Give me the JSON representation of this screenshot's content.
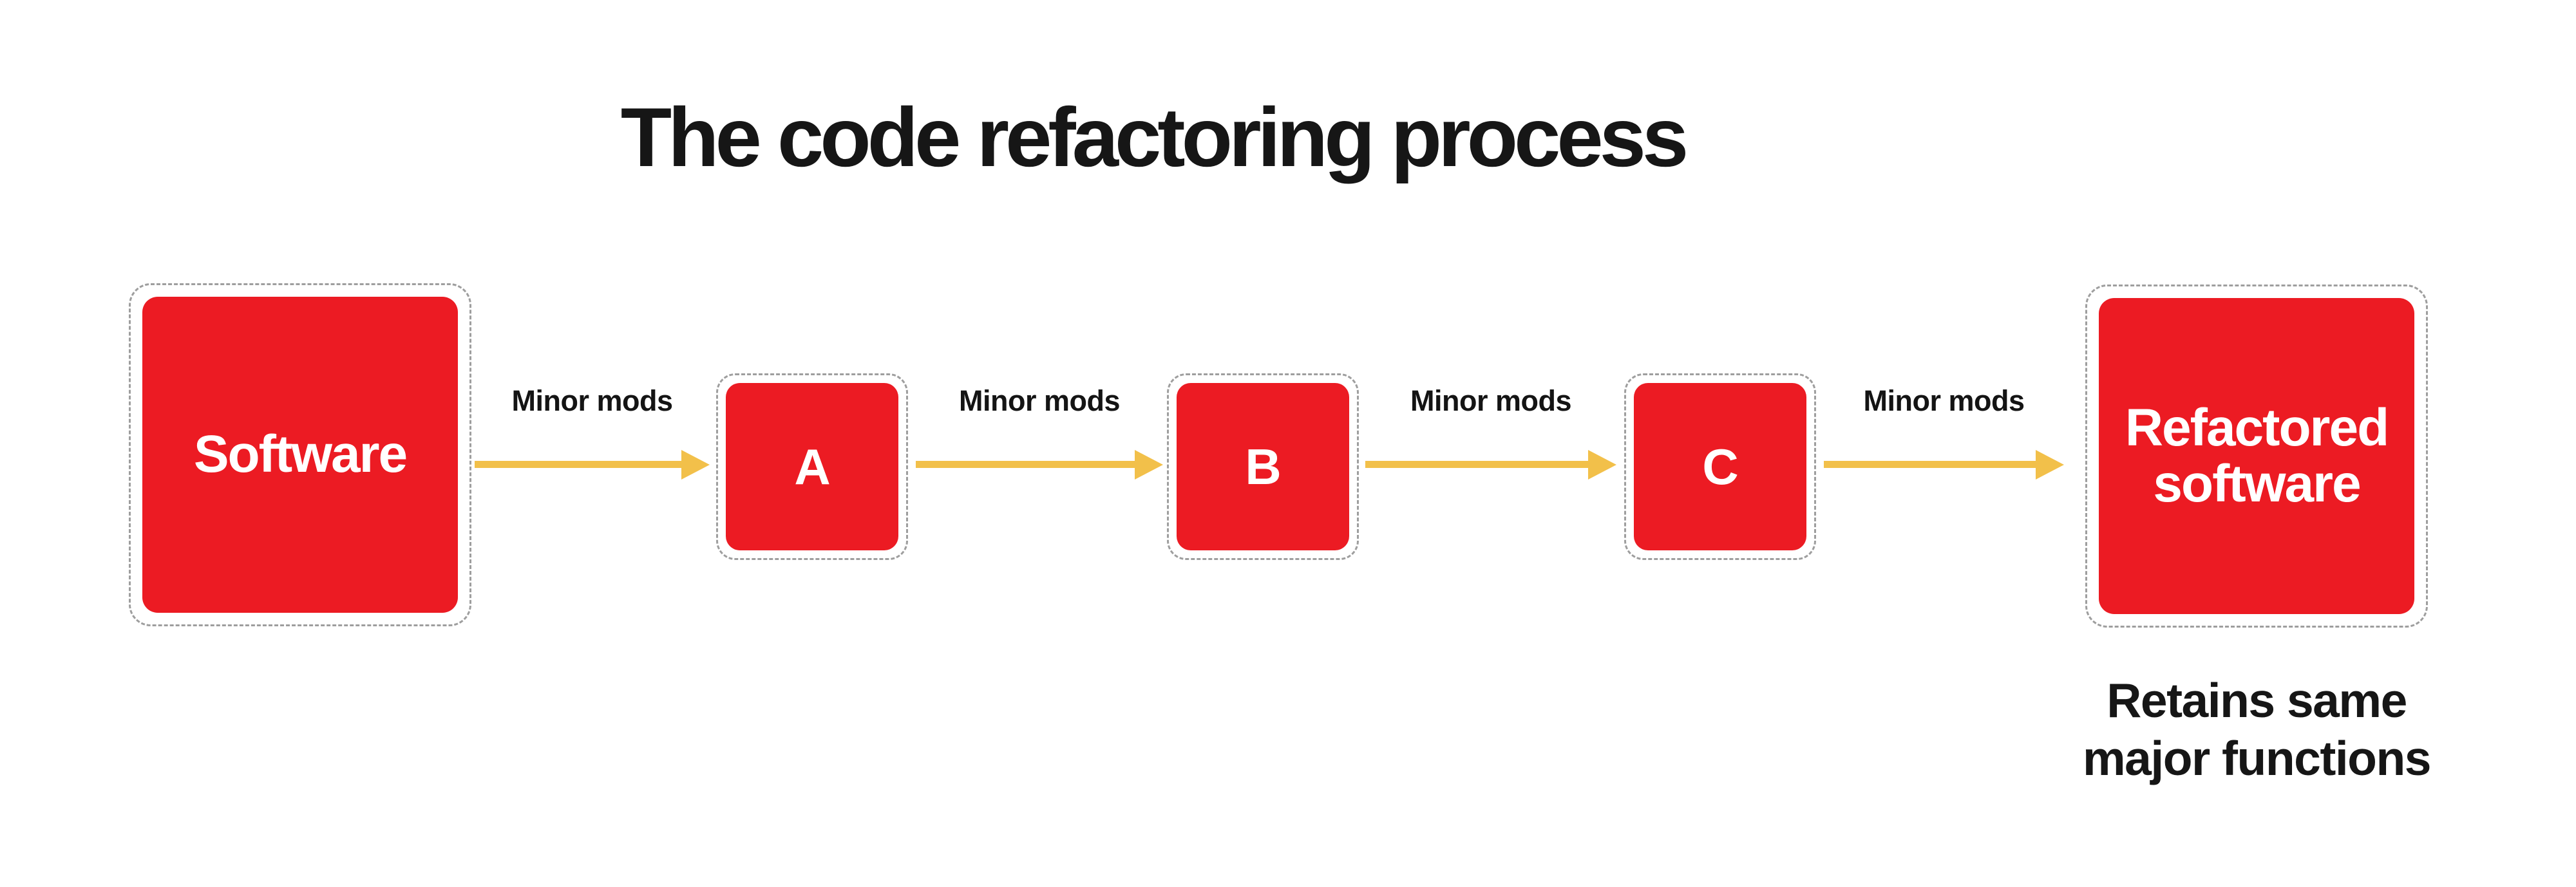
{
  "title": "The code refactoring process",
  "colors": {
    "box_red": "#EC1B23",
    "arrow_yellow": "#F2C04A",
    "dash_gray": "#9E9E9E",
    "text_dark": "#161616",
    "box_label_white": "#FFFFFF"
  },
  "nodes": {
    "software": {
      "label": "Software"
    },
    "step_a": {
      "label": "A"
    },
    "step_b": {
      "label": "B"
    },
    "step_c": {
      "label": "C"
    },
    "refactored": {
      "label_line1": "Refactored",
      "label_line2": "software"
    }
  },
  "connectors": [
    {
      "label": "Minor mods"
    },
    {
      "label": "Minor mods"
    },
    {
      "label": "Minor mods"
    },
    {
      "label": "Minor mods"
    }
  ],
  "caption": {
    "line1": "Retains same",
    "line2": "major functions"
  }
}
